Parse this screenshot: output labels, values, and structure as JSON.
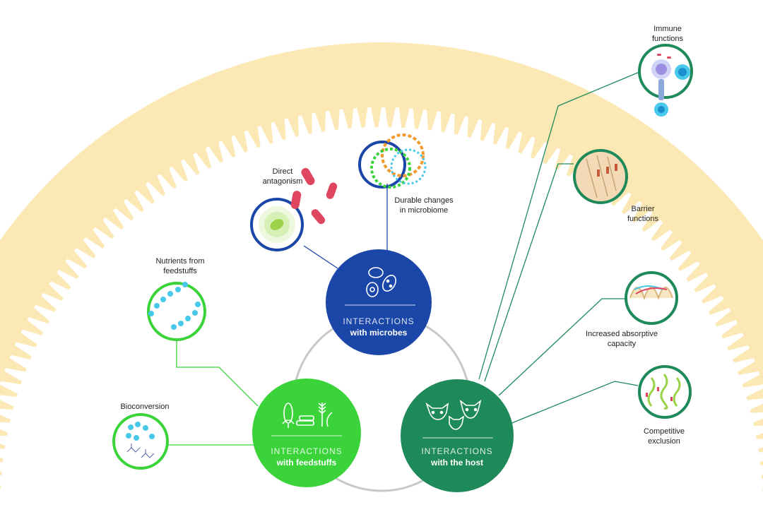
{
  "hubs": {
    "microbes": {
      "title": "INTERACTIONS",
      "subtitle": "with microbes",
      "color": "#1a46a8"
    },
    "feedstuffs": {
      "title": "INTERACTIONS",
      "subtitle": "with feedstuffs",
      "color": "#3ad33a"
    },
    "host": {
      "title": "INTERACTIONS",
      "subtitle": "with the host",
      "color": "#1e8a5a"
    }
  },
  "labels": {
    "direct_antagonism_1": "Direct",
    "direct_antagonism_2": "antagonism",
    "durable_1": "Durable changes",
    "durable_2": "in microbiome",
    "nutrients_1": "Nutrients from",
    "nutrients_2": "feedstuffs",
    "bioconversion": "Bioconversion",
    "immune_1": "Immune",
    "immune_2": "functions",
    "barrier_1": "Barrier",
    "barrier_2": "functions",
    "absorptive_1": "Increased absorptive",
    "absorptive_2": "capacity",
    "competitive_1": "Competitive",
    "competitive_2": "exclusion"
  },
  "colors": {
    "gut_wall": "#fbe8b4",
    "microbe_blue": "#1a46a8",
    "feed_green": "#3ad33a",
    "host_green": "#1e8a5a",
    "connector_gray": "#c8c8c8",
    "bacteria_red": "#e0465f",
    "molecule_cyan": "#49c9ea"
  }
}
